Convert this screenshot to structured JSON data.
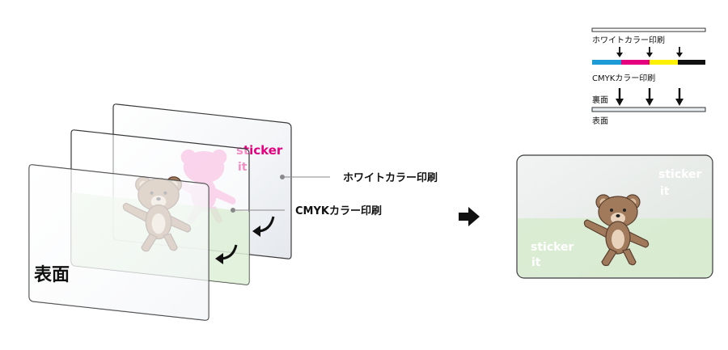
{
  "labels": {
    "white_print": "ホワイトカラー印刷",
    "cmyk_print": "CMYKカラー印刷",
    "front": "表面",
    "sticker_word": "sticker",
    "it_word": "it"
  },
  "legend": {
    "white_print": "ホワイトカラー印刷",
    "cmyk_print": "CMYKカラー印刷",
    "back": "裏面",
    "front": "表面"
  },
  "colors": {
    "cyan": "#1e9ad6",
    "magenta": "#e4007f",
    "yellow": "#fff100",
    "black": "#111111",
    "white_print_pink": "#f29bd2",
    "sticker_pink": "#e4007f",
    "green_band": "#d7eccf",
    "bear_brown": "#a07a5a"
  },
  "icons": {
    "arrow": "right-arrow-icon",
    "curve_arrow": "curved-arrow-icon",
    "bear": "teddy-bear-illustration"
  }
}
